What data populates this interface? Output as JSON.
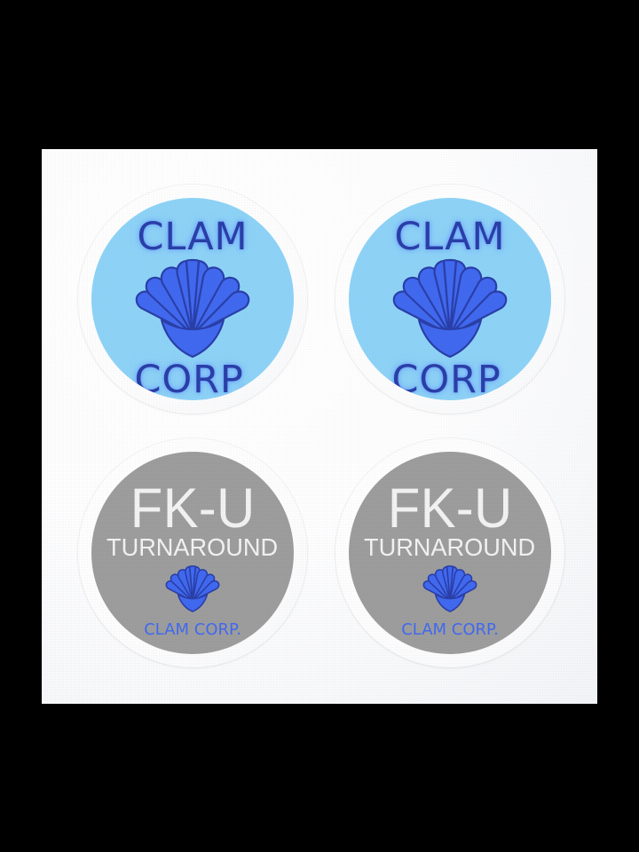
{
  "page": {
    "background_color": "#000000",
    "sheet_color": "#ffffff",
    "description": "Sticker sheet with four die-cut round stickers"
  },
  "palette": {
    "blue_disc": "#8ed3f7",
    "gray_disc": "#9d9d9d",
    "shell_fill": "#4169f0",
    "shell_outline": "#2a3fa8",
    "navy_text": "#2a3fa8",
    "white_text": "#f2f2f2",
    "brand_blue": "#4169f0"
  },
  "stickers": [
    {
      "id": "clam-corp-1",
      "type": "clam-corp",
      "disc_color": "#8ed3f7",
      "top_text": "CLAM",
      "bottom_text": "CORP.",
      "icon": "scallop-shell-icon"
    },
    {
      "id": "clam-corp-2",
      "type": "clam-corp",
      "disc_color": "#8ed3f7",
      "top_text": "CLAM",
      "bottom_text": "CORP.",
      "icon": "scallop-shell-icon"
    },
    {
      "id": "fk-u-turnaround-1",
      "type": "fk-u-turnaround",
      "disc_color": "#9d9d9d",
      "title": "FK-U",
      "subtitle": "TURNAROUND",
      "brand": "CLAM  CORP.",
      "icon": "scallop-shell-icon"
    },
    {
      "id": "fk-u-turnaround-2",
      "type": "fk-u-turnaround",
      "disc_color": "#9d9d9d",
      "title": "FK-U",
      "subtitle": "TURNAROUND",
      "brand": "CLAM  CORP.",
      "icon": "scallop-shell-icon"
    }
  ]
}
